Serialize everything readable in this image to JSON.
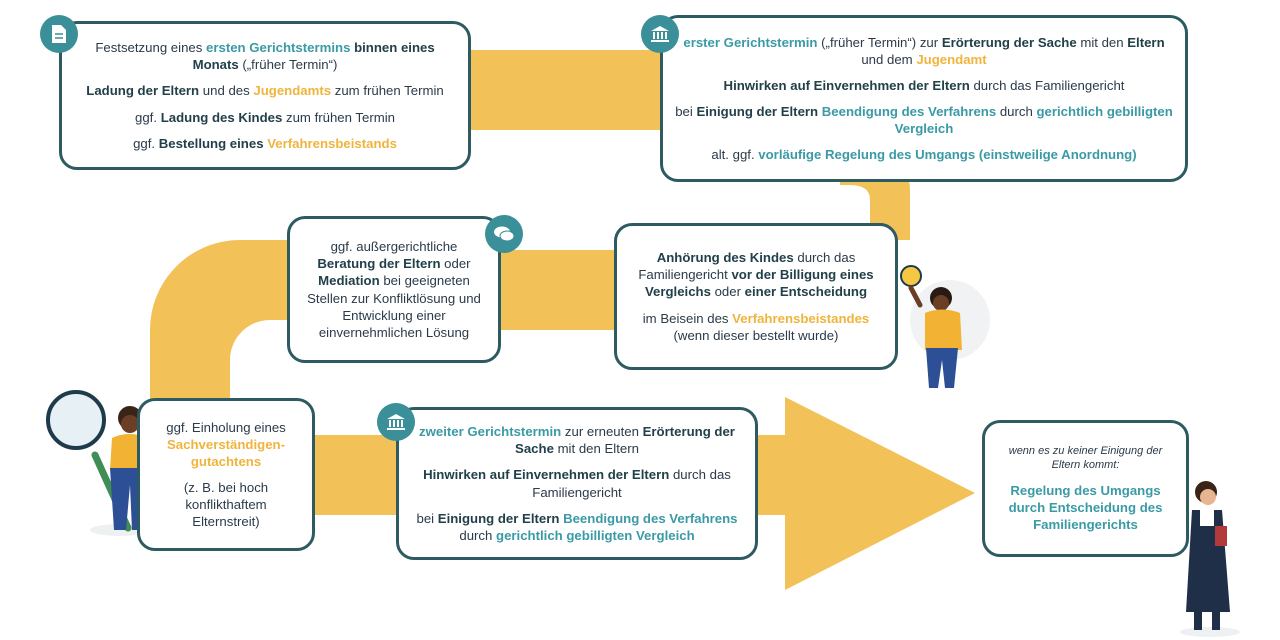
{
  "box1": {
    "l1a": "Festsetzung eines ",
    "l1b": "ersten Gerichtstermins",
    "l1c": " binnen eines ",
    "l1d": "Monats",
    "l1e": " („früher Termin“)",
    "l2a": "Ladung der Eltern",
    "l2b": " und des ",
    "l2c": "Jugendamts",
    "l2d": " zum frühen Termin",
    "l3a": "ggf. ",
    "l3b": "Ladung des Kindes",
    "l3c": " zum frühen Termin",
    "l4a": "ggf. ",
    "l4b": "Bestellung eines ",
    "l4c": "Verfahrensbeistands"
  },
  "box2": {
    "l1a": "erster Gerichtstermin",
    "l1b": " („früher Termin“) zur ",
    "l1c": "Erörterung der Sache",
    "l1d": " mit den ",
    "l1e": "Eltern",
    "l1f": " und dem ",
    "l1g": "Jugendamt",
    "l2a": "Hinwirken auf Einvernehmen der Eltern",
    "l2b": "  durch das Familiengericht",
    "l3a": "bei ",
    "l3b": "Einigung der Eltern",
    "l3c": " Beendigung des  Verfahrens",
    "l3d": " durch ",
    "l3e": "gerichtlich gebilligten Vergleich",
    "l4a": "alt. ggf. ",
    "l4b": "vorläufige Regelung des Umgangs (einstweilige Anordnung)"
  },
  "box3": {
    "a": "ggf. außergerichtliche ",
    "b": "Beratung der Eltern",
    "c": " oder ",
    "d": "Mediation",
    "e": " bei geeigneten Stellen zur Konfliktlösung und Entwicklung einer einvernehmlichen Lösung"
  },
  "box4": {
    "l1a": "Anhörung des Kindes",
    "l1b": " durch das Familiengericht ",
    "l1c": "vor der Billigung eines Vergleichs",
    "l1d": " oder ",
    "l1e": "einer Entscheidung",
    "l2a": "im Beisein des ",
    "l2b": "Verfahrensbeistandes",
    "l2c": " (wenn dieser bestellt wurde)"
  },
  "box5": {
    "a": "ggf. Einholung eines ",
    "b": "Sachverständigen-gutachtens",
    "c": "(z. B. bei hoch konflikthaftem Elternstreit)"
  },
  "box6": {
    "l1a": "zweiter Gerichtstermin",
    "l1b": " zur erneuten ",
    "l1c": "Erörterung der Sache",
    "l1d": " mit den Eltern",
    "l2a": "Hinwirken auf Einvernehmen der Eltern",
    "l2b": "  durch das Familiengericht",
    "l3a": "bei ",
    "l3b": "Einigung der Eltern",
    "l3c": " Beendigung des Verfahrens",
    "l3d": " durch ",
    "l3e": "gerichtlich gebilligten Vergleich"
  },
  "box7": {
    "note": "wenn es zu keiner Einigung der Eltern kommt:",
    "result": "Regelung des Umgangs durch Entscheidung des Familiengerichts"
  },
  "colors": {
    "path": "#f2c157",
    "border": "#2e5a62",
    "teal": "#3a9aa6",
    "orange": "#f0b43c"
  },
  "icons": [
    "document-icon",
    "courthouse-icon",
    "speech-bubbles-icon",
    "courthouse-icon"
  ]
}
